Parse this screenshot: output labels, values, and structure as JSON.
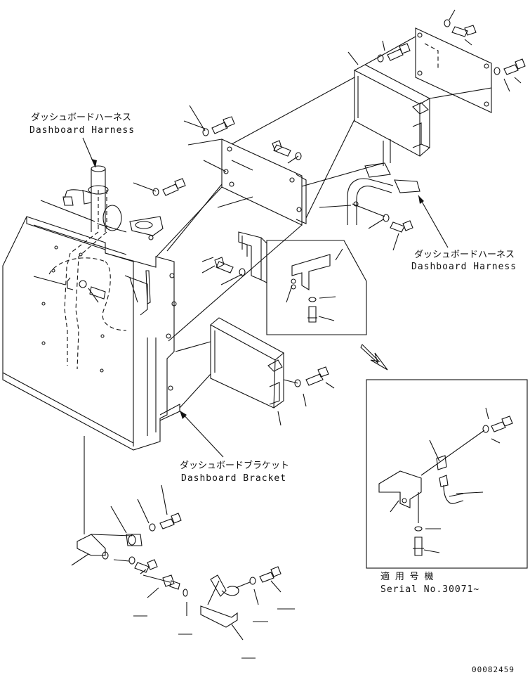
{
  "labels": {
    "harness_top_jp": "ダッシュボードハーネス",
    "harness_top_en": "Dashboard Harness",
    "harness_right_jp": "ダッシュボードハーネス",
    "harness_right_en": "Dashboard Harness",
    "bracket_jp": "ダッシュボードブラケット",
    "bracket_en": "Dashboard Bracket",
    "serial_jp": "適 用 号 機",
    "serial_en": "Serial No.30071~",
    "drawing_no": "00082459"
  }
}
